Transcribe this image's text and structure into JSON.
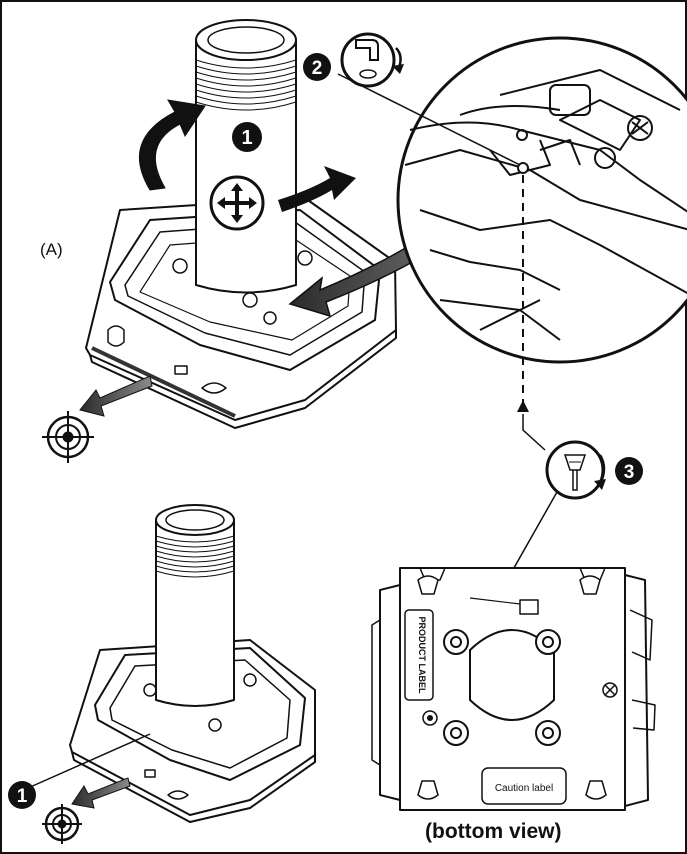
{
  "labels": {
    "part_a": "(A)",
    "bottom_view": "(bottom view)",
    "product_label": "PRODUCT LABEL",
    "caution_label": "Caution label"
  },
  "steps": {
    "one": "1",
    "two": "2",
    "three": "3"
  },
  "icons": {
    "move": "move-arrows-icon",
    "wrench": "hex-wrench-icon",
    "screwdriver": "screwdriver-icon",
    "target": "crosshair-target-icon"
  },
  "colors": {
    "line": "#111111",
    "badge": "#111111",
    "badge_text": "#ffffff",
    "arrow_gray": "#666666",
    "background": "#ffffff"
  }
}
